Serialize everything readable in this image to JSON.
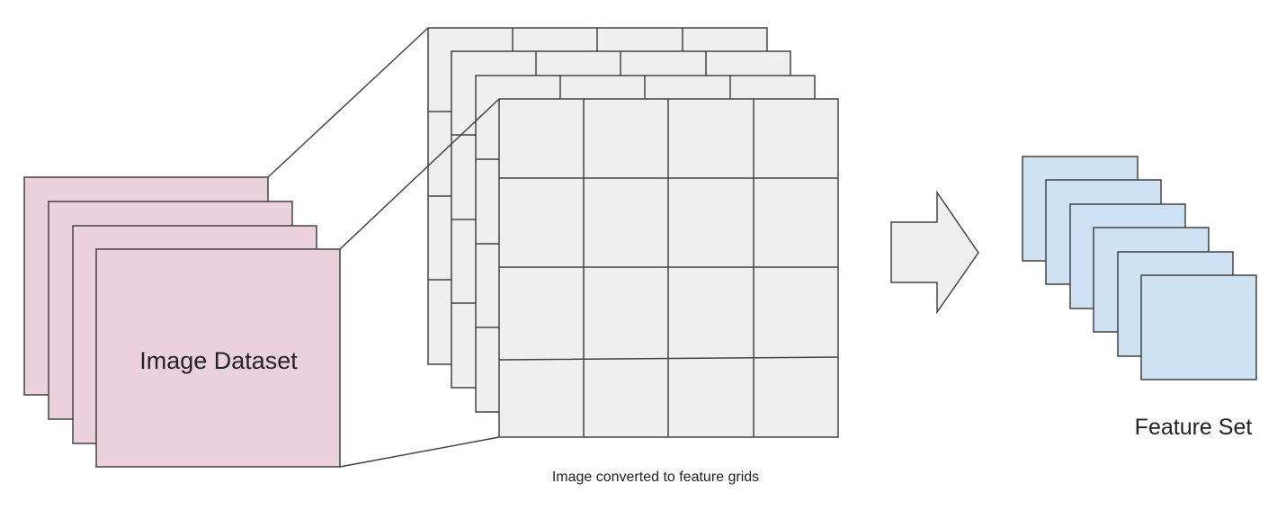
{
  "diagram": {
    "image_dataset_label": "Image Dataset",
    "feature_grids_caption": "Image converted to feature grids",
    "feature_set_label": "Feature Set",
    "grid_rows": 4,
    "grid_columns": 4,
    "dataset_layer_count": 4,
    "grid_layer_count": 4,
    "feature_layer_count": 6,
    "colors": {
      "dataset_fill": "#ead1dc",
      "grid_fill": "#efefef",
      "feature_fill": "#cfe2f3",
      "arrow_fill": "#efefef",
      "stroke": "#434343"
    },
    "arrow_icon": "right-arrow-icon"
  }
}
